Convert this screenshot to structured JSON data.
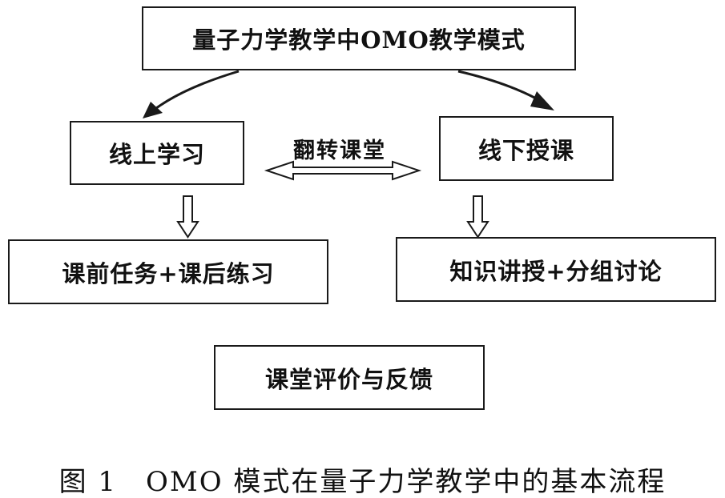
{
  "diagram": {
    "top_box": "量子力学教学中OMO教学模式",
    "online_box": "线上学习",
    "offline_box": "线下授课",
    "flip_label": "翻转课堂",
    "online_detail_box": "课前任务+课后练习",
    "offline_detail_box": "知识讲授+分组讨论",
    "evaluation_box": "课堂评价与反馈"
  },
  "caption": "图 1　OMO 模式在量子力学教学中的基本流程"
}
